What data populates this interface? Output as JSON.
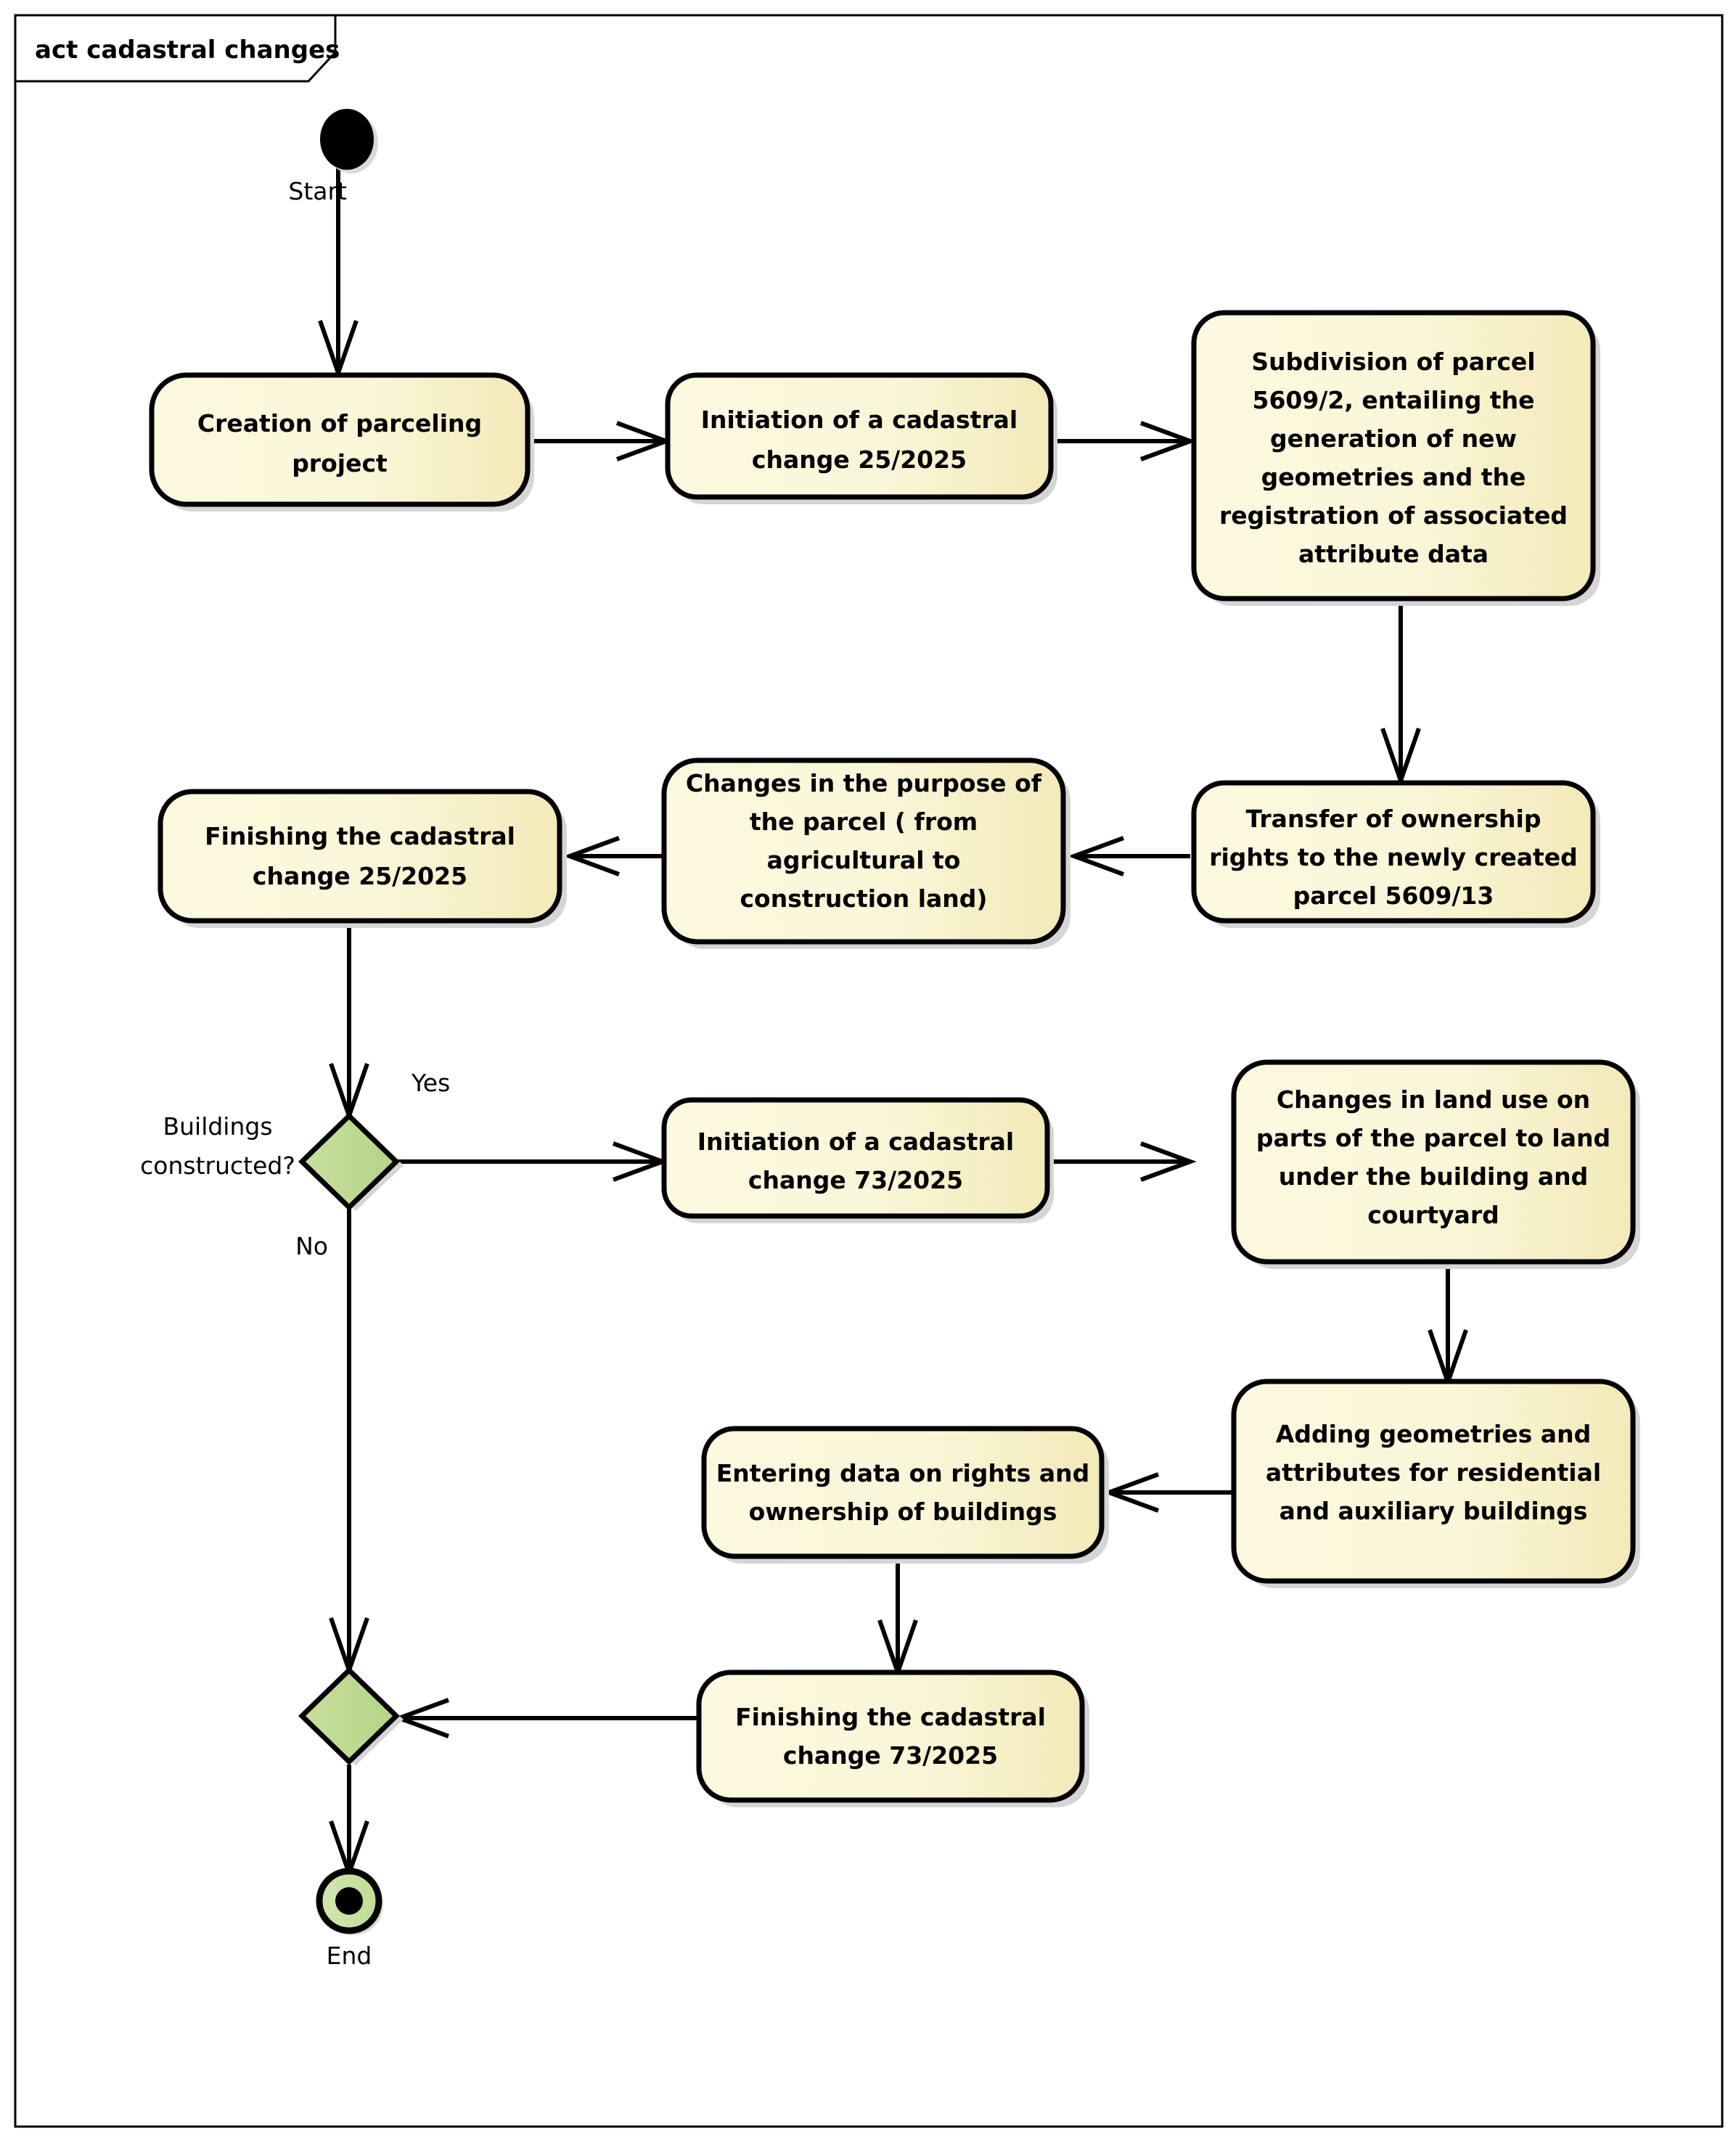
{
  "frame": {
    "title": "act cadastral changes",
    "type": "uml-activity-diagram"
  },
  "colors": {
    "activity_fill_light": "#FCF9E0",
    "activity_fill_dark": "#F3E9B9",
    "activity_stroke": "#000000",
    "decision_fill_light": "#C7DE9A",
    "decision_fill_dark": "#B5D487",
    "final_fill": "#CDE3A6",
    "shadow": "#D5D5D5",
    "background": "#FFFFFF",
    "text": "#000000"
  },
  "nodes": {
    "start": {
      "kind": "initial-node",
      "label": "Start"
    },
    "end": {
      "kind": "final-node",
      "label": "End"
    },
    "decision_buildings": {
      "kind": "decision-node",
      "label": "Buildings constructed?",
      "label_lines": [
        "Buildings",
        "constructed?"
      ],
      "guard_yes": "Yes",
      "guard_no": "No"
    },
    "merge": {
      "kind": "merge-node",
      "label": ""
    },
    "a1": {
      "kind": "activity",
      "lines": [
        "Creation of parceling",
        "project"
      ]
    },
    "a2": {
      "kind": "activity",
      "lines": [
        "Initiation of a cadastral",
        "change 25/2025"
      ]
    },
    "a3": {
      "kind": "activity",
      "lines": [
        "Subdivision of parcel",
        "5609/2, entailing the",
        "generation of new",
        "geometries and the",
        "registration of associated",
        "attribute data"
      ]
    },
    "a4": {
      "kind": "activity",
      "lines": [
        "Transfer of ownership",
        "rights to the newly created",
        "parcel 5609/13"
      ]
    },
    "a5": {
      "kind": "activity",
      "lines": [
        "Changes in the purpose of",
        "the parcel ( from",
        "agricultural to",
        "construction land)"
      ]
    },
    "a6": {
      "kind": "activity",
      "lines": [
        "Finishing the cadastral",
        "change 25/2025"
      ]
    },
    "a7": {
      "kind": "activity",
      "lines": [
        "Initiation of a cadastral",
        "change 73/2025"
      ]
    },
    "a8": {
      "kind": "activity",
      "lines": [
        "Changes in land use on",
        "parts of the parcel to land",
        "under the building and",
        "courtyard"
      ]
    },
    "a9": {
      "kind": "activity",
      "lines": [
        "Adding geometries and",
        "attributes for residential",
        "and auxiliary buildings"
      ]
    },
    "a10": {
      "kind": "activity",
      "lines": [
        "Entering data on rights and",
        "ownership of buildings"
      ]
    },
    "a11": {
      "kind": "activity",
      "lines": [
        "Finishing the cadastral",
        "change 73/2025"
      ]
    }
  },
  "edges": [
    {
      "from": "start",
      "to": "a1",
      "guard": ""
    },
    {
      "from": "a1",
      "to": "a2",
      "guard": ""
    },
    {
      "from": "a2",
      "to": "a3",
      "guard": ""
    },
    {
      "from": "a3",
      "to": "a4",
      "guard": ""
    },
    {
      "from": "a4",
      "to": "a5",
      "guard": ""
    },
    {
      "from": "a5",
      "to": "a6",
      "guard": ""
    },
    {
      "from": "a6",
      "to": "decision_buildings",
      "guard": ""
    },
    {
      "from": "decision_buildings",
      "to": "a7",
      "guard": "Yes"
    },
    {
      "from": "decision_buildings",
      "to": "merge",
      "guard": "No"
    },
    {
      "from": "a7",
      "to": "a8",
      "guard": ""
    },
    {
      "from": "a8",
      "to": "a9",
      "guard": ""
    },
    {
      "from": "a9",
      "to": "a10",
      "guard": ""
    },
    {
      "from": "a10",
      "to": "a11",
      "guard": ""
    },
    {
      "from": "a11",
      "to": "merge",
      "guard": ""
    },
    {
      "from": "merge",
      "to": "end",
      "guard": ""
    }
  ]
}
